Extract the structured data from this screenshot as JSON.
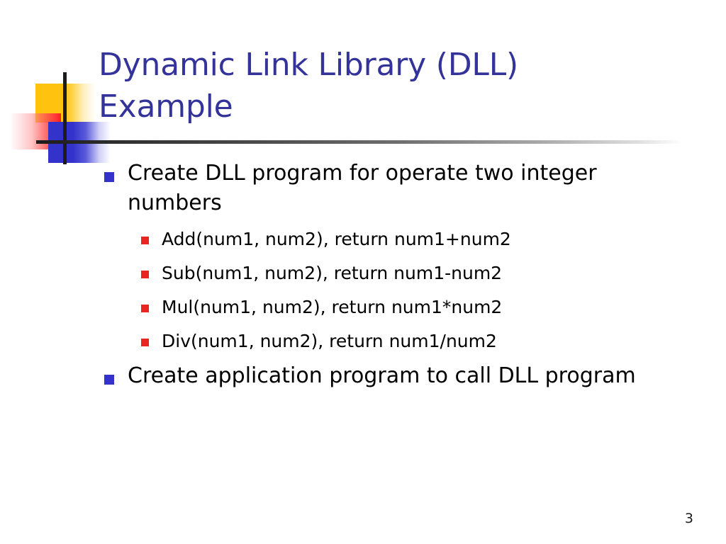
{
  "slide": {
    "title": "Dynamic Link Library (DLL) Example",
    "page_number": "3",
    "colors": {
      "title_blue": "#33339A",
      "bullet_blue": "#3333CC",
      "bullet_red": "#E8251F",
      "deco_yellow": "#FFC20E",
      "deco_red": "#FF3A3A",
      "deco_line": "#1C1C1C",
      "background": "#FFFFFF",
      "body_text": "#000000"
    },
    "decorations": [
      {
        "name": "yellow-square",
        "color": "#FFC20E"
      },
      {
        "name": "red-rectangle",
        "color": "#FF3A3A"
      },
      {
        "name": "blue-square",
        "color": "#3333CC"
      },
      {
        "name": "vertical-rule",
        "color": "#1C1C1C"
      },
      {
        "name": "horizontal-rule",
        "color": "#1C1C1C"
      }
    ],
    "bullets": [
      {
        "text": "Create DLL program for operate two integer numbers",
        "marker": "blue-square-marker",
        "children": [
          {
            "text": "Add(num1, num2), return num1+num2",
            "marker": "red-square-marker"
          },
          {
            "text": "Sub(num1, num2), return num1-num2",
            "marker": "red-square-marker"
          },
          {
            "text": "Mul(num1, num2), return num1*num2",
            "marker": "red-square-marker"
          },
          {
            "text": "Div(num1, num2), return num1/num2",
            "marker": "red-square-marker"
          }
        ]
      },
      {
        "text": "Create application program to call DLL program",
        "marker": "blue-square-marker",
        "children": []
      }
    ]
  }
}
